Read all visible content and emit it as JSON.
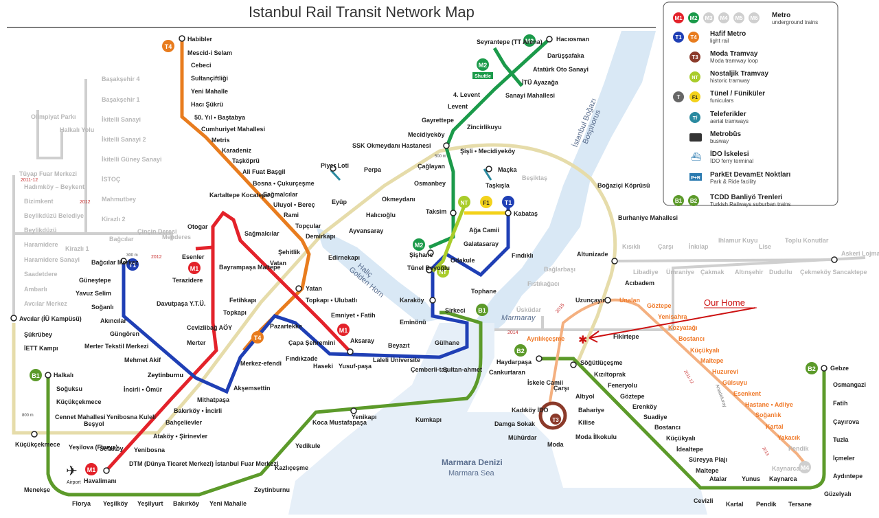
{
  "title": "Istanbul Rail Transit Network Map",
  "annotation": "Our Home",
  "colors": {
    "metro_m1": "#e3222a",
    "metro_m2": "#1b9a4a",
    "light_rail_t1": "#1f3fb5",
    "light_rail_t4": "#e87c1e",
    "suburban_b": "#5c9a2a",
    "nostalgic_nt": "#a9cc2a",
    "funicular_f1": "#f3d21b",
    "moda_t3": "#8b3a2a",
    "marmaray": "#e6dcaa",
    "planned": "#cfcfcf",
    "water": "#d9e8f5",
    "annotation": "#cc1111"
  },
  "seas": {
    "bosphorus": "İstanbul Boğazı",
    "bosphorus_en": "Bosphorus",
    "golden_horn": "Haliç",
    "golden_horn_en": "Golden Horn",
    "marmara": "Marmara Denizi",
    "marmara_en": "Marmara Sea",
    "marmaray": "Marmaray"
  },
  "legend": [
    {
      "badges": [
        "M1",
        "M2",
        "M3",
        "M4",
        "M5",
        "M6"
      ],
      "title": "Metro",
      "subtitle": "underground trains"
    },
    {
      "badges": [
        "T1",
        "T4"
      ],
      "title": "Hafif Metro",
      "subtitle": "light rail"
    },
    {
      "badges": [
        "T3"
      ],
      "title": "Moda Tramvay",
      "subtitle": "Moda tramway loop"
    },
    {
      "badges": [
        "NT"
      ],
      "title": "Nostaljik Tramvay",
      "subtitle": "historic tramway"
    },
    {
      "badges": [
        "T",
        "F1"
      ],
      "title": "Tünel / Füniküler",
      "subtitle": "funiculars"
    },
    {
      "badges": [
        "Tf"
      ],
      "title": "Teleferikler",
      "subtitle": "aerial tramways"
    },
    {
      "badges": [
        "bus"
      ],
      "title": "Metrobüs",
      "subtitle": "busway"
    },
    {
      "badges": [
        "ferry"
      ],
      "title": "İDO İskelesi",
      "subtitle": "İDO ferry terminal"
    },
    {
      "badges": [
        "P+R"
      ],
      "title": "ParkEt DevamEt Noktları",
      "subtitle": "Park & Ride facility"
    },
    {
      "badges": [
        "B1",
        "B2"
      ],
      "title": "TCDD Banliyö Trenleri",
      "subtitle": "Turkish Railways suburban trains"
    }
  ],
  "lines": {
    "M1": {
      "badge": "M1",
      "color": "#e3222a"
    },
    "M2": {
      "badge": "M2",
      "color": "#1b9a4a"
    },
    "T1": {
      "badge": "T1",
      "color": "#1f3fb5"
    },
    "T4": {
      "badge": "T4",
      "color": "#e87c1e"
    },
    "B1": {
      "badge": "B1",
      "color": "#5c9a2a"
    },
    "B2": {
      "badge": "B2",
      "color": "#5c9a2a"
    },
    "NT": {
      "badge": "NT",
      "color": "#a9cc2a"
    },
    "F1": {
      "badge": "F1",
      "color": "#f3d21b"
    },
    "T3": {
      "badge": "T3",
      "color": "#8b3a2a"
    },
    "M4": {
      "badge": "M4",
      "color": "#cfcfcf"
    }
  },
  "stations": {
    "t4": [
      "Habibler",
      "Mescid-i Selam",
      "Cebeci",
      "Sultançiftliği",
      "Yeni Mahalle",
      "Hacı Şükrü",
      "50. Yıl • Baştabya",
      "Cumhuriyet Mahallesi",
      "Metris",
      "Karadeniz",
      "Taşköprü",
      "Ali Fuat Başgil",
      "Bosna • Çukurçeşme",
      "Sağmalcılar",
      "Uluyol • Bereç",
      "Rami",
      "Topçular",
      "Demirkapı",
      "Şehitlik",
      "Edirnekapı",
      "Vatan",
      "Yatan",
      "Topkapı • Ulubatlı",
      "Fetihkapı",
      "Topkapı",
      "Pazartekke"
    ],
    "m2": [
      "Hacıosman",
      "Darüşşafaka",
      "Atatürk Oto Sanayi",
      "İTÜ Ayazağa",
      "Sanayi Mahallesi",
      "Seyrantepe (TT Arena)",
      "4. Levent",
      "Levent",
      "Gayrettepe",
      "Zincirlikuyu",
      "Mecidiyeköy",
      "Şişli • Mecidiyeköy",
      "Osmanbey",
      "Taksim",
      "Şişhane",
      "Yenikapı"
    ],
    "m1": [
      "Kartaltepe Kocatepe",
      "Otogar",
      "Sağmalcılar",
      "Esenler",
      "Terazidere",
      "Davutpaşa Y.T.Ü.",
      "Bayrampaşa Maltepe",
      "Cevizlibağ AÖY",
      "Merter",
      "Zeytinburnu",
      "Bakırköy • İncirli",
      "Bahçelievler",
      "Ataköy • Şirinevler",
      "Yenibosna",
      "DTM (Dünya Ticaret Merkezi) İstanbul Fuar Merkezi",
      "Havalimanı",
      "Emniyet • Fatih",
      "Aksaray"
    ],
    "t1": [
      "Bağcılar Merkez",
      "Güneştepe",
      "Yavuz Selim",
      "Soğanlı",
      "Akıncılar",
      "Güngören",
      "Merter Tekstil Merkezi",
      "Mehmet Akif",
      "Zeytinburnu",
      "Mithatpaşa",
      "Akşemsettin",
      "Merkez-efendi",
      "Çapa Şehremini",
      "Fındıkzade",
      "Haseki",
      "Yusuf-paşa",
      "Laleli Üniversite",
      "Beyazıt",
      "Çemberli-taş",
      "Sultan-ahmet",
      "Gülhane",
      "Sirkeci",
      "Eminönü",
      "Karaköy",
      "Tophane",
      "Fındıklı",
      "Kabataş",
      "İncirli • Ömür"
    ],
    "b1": [
      "Halkalı",
      "Soğuksu",
      "Küçükçekmece",
      "Cennet Mahallesi",
      "Beşyol",
      "Yenibosna Kuleli",
      "Yeşilova (Florya)",
      "Sefaköy",
      "Florya",
      "Yeşilköy",
      "Yeşilyurt",
      "Bakırköy",
      "Yeni Mahalle",
      "Zeytinburnu",
      "Kazlıçeşme",
      "Yedikule",
      "Koca Mustafapaşa",
      "Yenikapı",
      "Kumkapı",
      "Cankurtaran",
      "Menekşe"
    ],
    "b2": [
      "Gebze",
      "Osmangazi",
      "Fatih",
      "Çayırova",
      "Tuzla",
      "İçmeler",
      "Aydıntepe",
      "Güzelyalı",
      "Tersane",
      "Kaynarca",
      "Pendik",
      "Yunus",
      "Kartal",
      "Atalar",
      "Cevizli",
      "Maltepe",
      "Süreyya Plajı",
      "İdealtepe",
      "Küçükyalı",
      "Bostancı",
      "Suadiye",
      "Erenköy",
      "Göztepe",
      "Feneryolu",
      "Kızıltoprak",
      "Söğütlüçeşme",
      "Haydarpaşa"
    ],
    "t3": [
      "İskele Camii",
      "Çarşı",
      "Altıyol",
      "Bahariye",
      "Kilise",
      "Moda İlkokulu",
      "Moda",
      "Mühürdar",
      "Damga Sokak",
      "Kadıköy İDO"
    ],
    "nt": [
      "Ağa Camii",
      "Galatasaray",
      "Odakule",
      "Tünel Beyoğlu"
    ],
    "tf": [
      "Piyer Loti",
      "Eyüp",
      "Maçka",
      "Taşkışla"
    ],
    "m4": [
      "Ayrılıkçeşme",
      "Unalan",
      "Göztepe",
      "Yenisahra",
      "Kozyatağı",
      "Bostancı",
      "Küçükyalı",
      "Maltepe",
      "Huzurevi",
      "Gülsuyu",
      "Esenkent",
      "Hastane • Adliye",
      "Soğanlık",
      "Kartal",
      "Yakacık",
      "Pendik",
      "Kaynarca"
    ],
    "other": [
      "Cevizli",
      "Avcılar (İÜ Kampüsü)",
      "Şükrübey",
      "İETT Kampı",
      "Tüyap Fuar Merkezi",
      "Hadımköy – Beykent",
      "Bizimkent",
      "Beylikdüzü Belediye",
      "Beylikdüzü",
      "Haramidere",
      "Haramidere Sanayi",
      "Saadetdere",
      "Ambarlı",
      "Avcılar Merkez",
      "Olimpiyat Parkı",
      "Halkalı Yolu",
      "Başakşehir 4",
      "Başakşehir 1",
      "İkitelli Sanayi",
      "İkitelli Sanayi 2",
      "İkitelli Güney Sanayi",
      "İSTOÇ",
      "Mahmutbey",
      "Kirazlı 2",
      "Kirazlı 1",
      "Bağcılar",
      "Çinçin Deresi",
      "Menderes",
      "SSK Okmeydanı Hastanesi",
      "Perpa",
      "Okmeydanı",
      "Halıcıoğlu",
      "Ayvansaray",
      "Çağlayan",
      "Boğaziçi Köprüsü",
      "Burhaniye Mahallesi",
      "Altunizade",
      "Acıbadem",
      "Uzunçayır",
      "Fikirtepe",
      "Kısıklı",
      "Çarşı",
      "İnkılap",
      "Ihlamur Kuyu",
      "Lise",
      "Toplu Konutlar",
      "Askeri Lojmanlar",
      "Libadiye",
      "Ümraniye",
      "Çakmak",
      "Altınşehir",
      "Dudullu",
      "Çekmeköy Sancaktepe",
      "Bağlarbaşı",
      "Fıstıkağacı",
      "Üsküdar",
      "Beşiktaş",
      "Küçükçekmece"
    ]
  },
  "labels": {
    "shuttle": "Shuttle",
    "airport": "Airport",
    "km_2011_12": "2011-12",
    "km_2012": "2012",
    "km_2014": "2014",
    "km_2015": "2015",
    "dist_500": "500 m",
    "dist_800": "800 m",
    "dist_300": "300 m",
    "anadolu": "Anadoluray",
    "yr_2011_12": "2011-12",
    "yr_2013": "2013"
  }
}
